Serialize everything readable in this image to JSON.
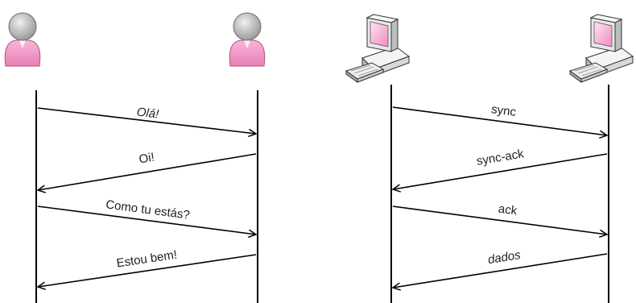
{
  "left_panel": {
    "actor_type": "person-icon",
    "messages": [
      {
        "text": "Olá!",
        "direction": "right"
      },
      {
        "text": "Oi!",
        "direction": "left"
      },
      {
        "text": "Como tu estás?",
        "direction": "right"
      },
      {
        "text": "Estou bem!",
        "direction": "left"
      }
    ]
  },
  "right_panel": {
    "actor_type": "computer-icon",
    "messages": [
      {
        "text": "sync",
        "direction": "right"
      },
      {
        "text": "sync-ack",
        "direction": "left"
      },
      {
        "text": "ack",
        "direction": "right"
      },
      {
        "text": "dados",
        "direction": "left"
      }
    ]
  },
  "colors": {
    "person_body": "#f29bc7",
    "person_head": "#c8c8c8",
    "computer_body": "#e6e6e6",
    "computer_screen": "#f6b6d6",
    "line": "#000000"
  }
}
